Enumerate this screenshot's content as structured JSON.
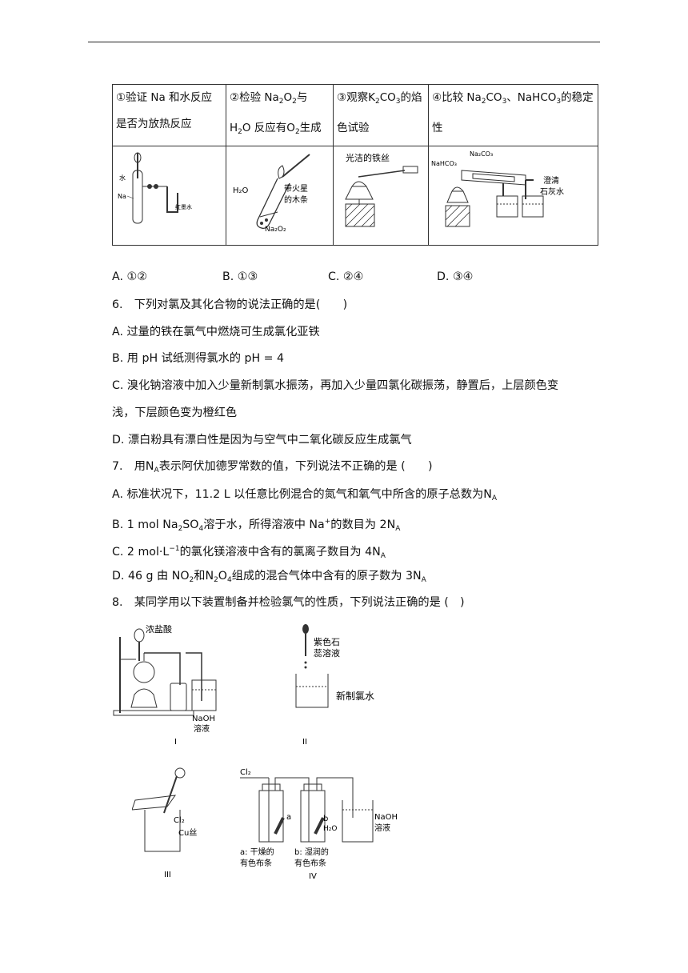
{
  "table": {
    "c1_a": "①验证 Na 和水反应",
    "c1_b": "是否为放热反应",
    "c2_a1": "②检验 Na",
    "c2_a_sub": "2",
    "c2_a2": "O",
    "c2_a_sub2": "2",
    "c2_a3": "与",
    "c2_b1": "H",
    "c2_b_sub": "2",
    "c2_b2": "O 反应有O",
    "c2_b_sub2": "2",
    "c2_b3": "生成",
    "c3_a1": "③观察K",
    "c3_a_sub": "2",
    "c3_a2": "CO",
    "c3_a_sub2": "3",
    "c3_a3": "的焰",
    "c3_b": "色试验",
    "c4_a1": "④比较 Na",
    "c4_a_sub": "2",
    "c4_a2": "CO",
    "c4_a_sub2": "3",
    "c4_a3": "、NaHCO",
    "c4_a_sub3": "3",
    "c4_a4": "的稳定",
    "c4_b": "性",
    "pic1_labels": {
      "water": "水",
      "na": "Na",
      "ink": "红墨水"
    },
    "pic2_labels": {
      "h2o": "H₂O",
      "stick1": "带火星",
      "stick2": "的木条",
      "na2o2": "Na₂O₂"
    },
    "pic3_labels": {
      "wire": "光洁的铁丝"
    },
    "pic4_labels": {
      "nahco3": "NaHCO₃",
      "na2co3": "Na₂CO₃",
      "lime1": "澄清",
      "lime2": "石灰水"
    }
  },
  "q5_options": {
    "a": "A. ①②",
    "b": "B. ①③",
    "c": "C. ②④",
    "d": "D. ③④"
  },
  "q6": {
    "stem": "6.　下列对氯及其化合物的说法正确的是(　　)",
    "a": "A.  过量的铁在氯气中燃烧可生成氯化亚铁",
    "b": "B.  用 pH 试纸测得氯水的 pH = 4",
    "c1": "C.  溴化钠溶液中加入少量新制氯水振荡，再加入少量四氯化碳振荡，静置后，上层颜色变",
    "c2": "浅，下层颜色变为橙红色",
    "d": "D.  漂白粉具有漂白性是因为与空气中二氧化碳反应生成氯气"
  },
  "q7": {
    "stem_a": "7.　用N",
    "stem_sub": "A",
    "stem_b": "表示阿伏加德罗常数的值，下列说法不正确的是 (　　)",
    "a_1": "A.  标准状况下，11.2 L 以任意比例混合的氮气和氧气中所含的原子总数为N",
    "a_sub": "A",
    "b_1": "B. 1 mol Na",
    "b_s1": "2",
    "b_2": "SO",
    "b_s2": "4",
    "b_3": "溶于水，所得溶液中 Na",
    "b_sup": "+",
    "b_4": "的数目为 2N",
    "b_s3": "A",
    "c_1": "C. 2 mol·L",
    "c_sup": "−1",
    "c_2": "的氯化镁溶液中含有的氯离子数目为 4N",
    "c_s": "A",
    "d_1": "D. 46 g 由 NO",
    "d_s1": "2",
    "d_2": "和N",
    "d_s2": "2",
    "d_3": "O",
    "d_s3": "4",
    "d_4": "组成的混合气体中含有的原子数为 3N",
    "d_s4": "A"
  },
  "q8": {
    "stem": "8.　某同学用以下装置制备并检验氯气的性质，下列说法正确的是 (　)"
  },
  "fig8": {
    "conc_hcl": "浓盐酸",
    "naoh1a": "NaOH",
    "naoh1b": "溶液",
    "label_I": "I",
    "litmus1": "紫色石",
    "litmus2": "蕊溶液",
    "chlorine_water": "新制氯水",
    "label_II": "II",
    "cl2_a": "Cl₂",
    "cu": "Cu丝",
    "label_III": "III",
    "cl2_b": "Cl₂",
    "a": "a",
    "b": "b",
    "h2o": "H₂O",
    "naoh2a": "NaOH",
    "naoh2b": "溶液",
    "dry1": "a: 干燥的",
    "dry2": "有色布条",
    "wet1": "b: 湿润的",
    "wet2": "有色布条",
    "label_IV": "IV"
  }
}
